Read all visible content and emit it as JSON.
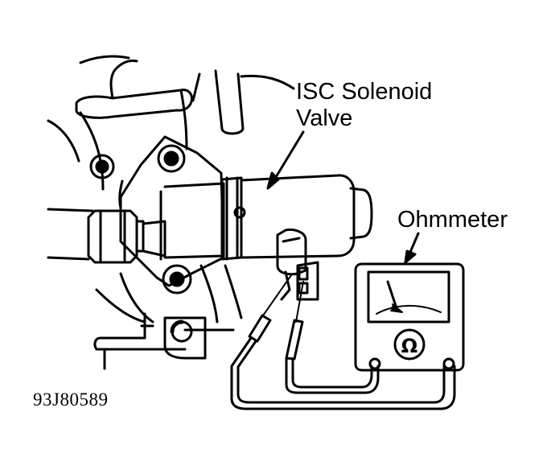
{
  "labels": {
    "isc_line1": "ISC Solenoid",
    "isc_line2": "Valve",
    "ohmmeter": "Ohmmeter",
    "figure_id": "93J80589"
  },
  "meter": {
    "dial_symbol": "Ω"
  },
  "colors": {
    "ink": "#000000",
    "paper": "#ffffff"
  }
}
